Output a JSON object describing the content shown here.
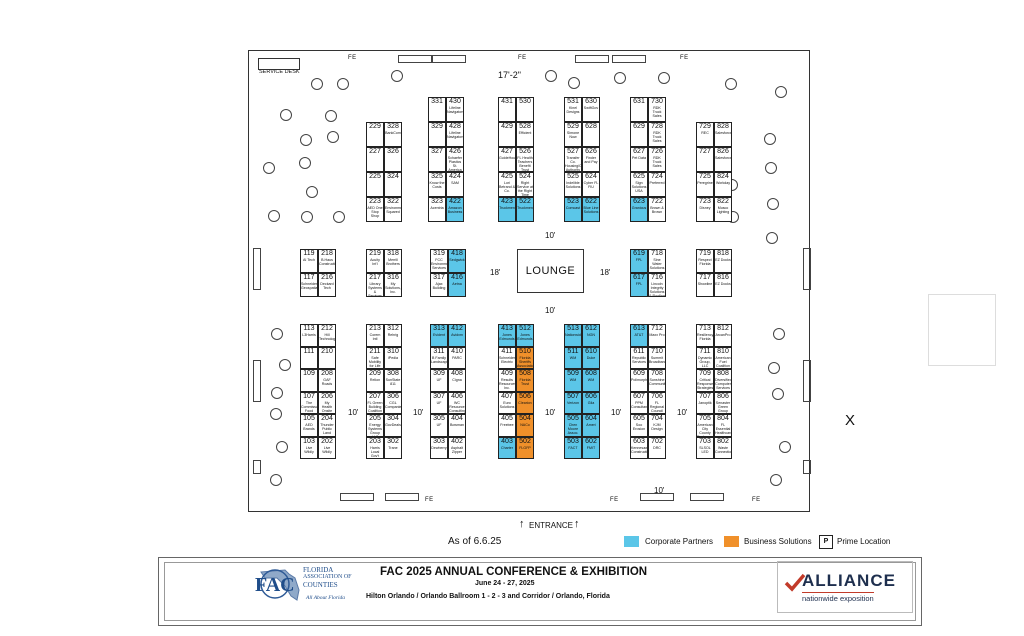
{
  "hall": {
    "top_dim": "17'-2\"",
    "service_desk": "SERVICE DESK",
    "fe_labels": [
      "FE",
      "FE",
      "FE",
      "FE",
      "FE",
      "FE"
    ],
    "lounge": "LOUNGE",
    "aisle_labels": [
      "10'",
      "10'",
      "18'",
      "18'",
      "10'",
      "10'",
      "10'",
      "10'",
      "10'",
      "10'"
    ],
    "entrance": "ENTRANCE",
    "x_mark": "X",
    "as_of": "As of 6.6.25"
  },
  "legend": {
    "corporate": "Corporate Partners",
    "business": "Business Solutions",
    "prime_symbol": "P",
    "prime": "Prime Location",
    "colors": {
      "corporate": "#5bc6e8",
      "business": "#f0902a"
    }
  },
  "banner": {
    "logo_letters": "FAC",
    "org_line1": "FLORIDA",
    "org_line2": "ASSOCIATION OF",
    "org_line3": "COUNTIES",
    "org_tag": "All About Florida",
    "title": "FAC 2025 ANNUAL CONFERENCE & EXHIBITION",
    "dates": "June 24 - 27, 2025",
    "venue": "Hilton Orlando / Orlando Ballroom 1 - 2 - 3 and Corridor / Orlando, Florida",
    "partner_name": "ALLIANCE",
    "partner_sub": "nationwide exposition"
  },
  "booths": [
    {
      "n": "331",
      "t": ""
    },
    {
      "n": "430",
      "t": "Lifeline Navigators"
    },
    {
      "n": "329",
      "t": ""
    },
    {
      "n": "428",
      "t": "Lifeline Navigators"
    },
    {
      "n": "327",
      "t": ""
    },
    {
      "n": "426",
      "t": "Schaefer Plastics St. America"
    },
    {
      "n": "325",
      "t": "Know the Costs"
    },
    {
      "n": "424",
      "t": "SAM"
    },
    {
      "n": "323",
      "t": "Acentria"
    },
    {
      "n": "422",
      "t": "Amazon Business",
      "c": "corp"
    },
    {
      "n": "229",
      "t": ""
    },
    {
      "n": "328",
      "t": "BankCom"
    },
    {
      "n": "227",
      "t": ""
    },
    {
      "n": "326",
      "t": ""
    },
    {
      "n": "225",
      "t": ""
    },
    {
      "n": "324",
      "t": ""
    },
    {
      "n": "223",
      "t": "AED One Stop Shop"
    },
    {
      "n": "322",
      "t": "Environmental Squared"
    },
    {
      "n": "431",
      "t": ""
    },
    {
      "n": "530",
      "t": ""
    },
    {
      "n": "429",
      "t": ""
    },
    {
      "n": "528",
      "t": "Efficient"
    },
    {
      "n": "427",
      "t": "GuideHouse"
    },
    {
      "n": "526",
      "t": "FL Health Teachers Benefit Trust"
    },
    {
      "n": "425",
      "t": "Lori Betrand & Co."
    },
    {
      "n": "524",
      "t": "Right Service at the Right Time"
    },
    {
      "n": "423",
      "t": "Truckmen",
      "c": "corp"
    },
    {
      "n": "522",
      "t": "Truckmen",
      "c": "corp"
    },
    {
      "n": "531",
      "t": "Kinel Designs"
    },
    {
      "n": "630",
      "t": "SwiftGov"
    },
    {
      "n": "529",
      "t": "Simone Now"
    },
    {
      "n": "628",
      "t": ""
    },
    {
      "n": "527",
      "t": "Transfer Co. Housing/Consult Authority"
    },
    {
      "n": "626",
      "t": "Finder and Pay"
    },
    {
      "n": "525",
      "t": "Indelible Solutions"
    },
    {
      "n": "624",
      "t": "Cyber FL FIU"
    },
    {
      "n": "523",
      "t": "Comcast",
      "c": "corp"
    },
    {
      "n": "622",
      "t": "Blue Line Solutions",
      "c": "corp"
    },
    {
      "n": "631",
      "t": ""
    },
    {
      "n": "730",
      "t": "RDK Truck Sales"
    },
    {
      "n": "629",
      "t": ""
    },
    {
      "n": "728",
      "t": "RDK Truck Sales"
    },
    {
      "n": "627",
      "t": "Pet Data"
    },
    {
      "n": "726",
      "t": "RDK Truck Sales"
    },
    {
      "n": "625",
      "t": "Sign Solutions USA"
    },
    {
      "n": "724",
      "t": "Preferred"
    },
    {
      "n": "623",
      "t": "Granicus",
      "c": "corp"
    },
    {
      "n": "722",
      "t": "Brown & Brown"
    },
    {
      "n": "729",
      "t": "REC"
    },
    {
      "n": "828",
      "t": "Salesforce"
    },
    {
      "n": "727",
      "t": ""
    },
    {
      "n": "826",
      "t": "Salesforce"
    },
    {
      "n": "725",
      "t": "Peregrine"
    },
    {
      "n": "824",
      "t": "Workday"
    },
    {
      "n": "723",
      "t": "Disney"
    },
    {
      "n": "822",
      "t": "Musco Lighting"
    },
    {
      "n": "119",
      "t": "AI Tech"
    },
    {
      "n": "218",
      "t": "B.Haus Construction"
    },
    {
      "n": "117",
      "t": "Schneider Geospatial"
    },
    {
      "n": "216",
      "t": "Deckard Tech"
    },
    {
      "n": "219",
      "t": "Acuity Int'l"
    },
    {
      "n": "318",
      "t": "Merrill Brothers"
    },
    {
      "n": "217",
      "t": "Library Systems & Services"
    },
    {
      "n": "316",
      "t": "My Solutions, Inc."
    },
    {
      "n": "319",
      "t": "FCC Environmental Services"
    },
    {
      "n": "418",
      "t": "Sedgwick",
      "c": "corp"
    },
    {
      "n": "317",
      "t": "Ajax Building"
    },
    {
      "n": "416",
      "t": "Aetna",
      "c": "corp"
    },
    {
      "n": "619",
      "t": "FPL",
      "c": "corp"
    },
    {
      "n": "718",
      "t": "Sine Water Solutions"
    },
    {
      "n": "617",
      "t": "FPL",
      "c": "corp"
    },
    {
      "n": "716",
      "t": "Lincoln Integrity Solutions & Roofing"
    },
    {
      "n": "719",
      "t": "Respect Florida"
    },
    {
      "n": "818",
      "t": "EZ Docks"
    },
    {
      "n": "717",
      "t": "Showline"
    },
    {
      "n": "816",
      "t": "EZ Docks"
    },
    {
      "n": "113",
      "t": "L3Harris"
    },
    {
      "n": "212",
      "t": "Hill Technologies"
    },
    {
      "n": "111",
      "t": ""
    },
    {
      "n": "210",
      "t": ""
    },
    {
      "n": "109",
      "t": ""
    },
    {
      "n": "208",
      "t": "GAF Roads"
    },
    {
      "n": "107",
      "t": "The Commissary Food"
    },
    {
      "n": "206",
      "t": "My Health Onsite"
    },
    {
      "n": "105",
      "t": "AED Brands"
    },
    {
      "n": "204",
      "t": "Thunder Public Land"
    },
    {
      "n": "103",
      "t": "Live Wildly"
    },
    {
      "n": "202",
      "t": "Live Wildly"
    },
    {
      "n": "213",
      "t": "Corem Intl"
    },
    {
      "n": "312",
      "t": "Rehrig"
    },
    {
      "n": "211",
      "t": "Safe Mobility for Life"
    },
    {
      "n": "310",
      "t": "iPedia"
    },
    {
      "n": "209",
      "t": "Relion"
    },
    {
      "n": "308",
      "t": "SunState 811"
    },
    {
      "n": "207",
      "t": "FL Green Building Coalition"
    },
    {
      "n": "306",
      "t": "CGL Companies"
    },
    {
      "n": "205",
      "t": "Energy Systems Group LLC"
    },
    {
      "n": "304",
      "t": "GovDeals"
    },
    {
      "n": "203",
      "t": "Harris Local Gov't"
    },
    {
      "n": "302",
      "t": "Trane"
    },
    {
      "n": "313",
      "t": "Evident",
      "c": "corp"
    },
    {
      "n": "412",
      "t": "Avidxm",
      "c": "corp"
    },
    {
      "n": "311",
      "t": "B Family Landscaping"
    },
    {
      "n": "410",
      "t": "PARC"
    },
    {
      "n": "309",
      "t": "UF"
    },
    {
      "n": "408",
      "t": "Cigna"
    },
    {
      "n": "307",
      "t": "UF"
    },
    {
      "n": "406",
      "t": "WC Resource Consulting"
    },
    {
      "n": "305",
      "t": "UF"
    },
    {
      "n": "404",
      "t": "Bowman"
    },
    {
      "n": "303",
      "t": "Dewberry"
    },
    {
      "n": "402",
      "t": "Asphalt Zipper"
    },
    {
      "n": "413",
      "t": "Jones Edmunds",
      "c": "corp"
    },
    {
      "n": "512",
      "t": "Jones Edmunds",
      "c": "corp"
    },
    {
      "n": "411",
      "t": "Schneider Electric"
    },
    {
      "n": "510",
      "t": "Florida Sheriffs Association",
      "c": "biz"
    },
    {
      "n": "409",
      "t": "Results Resources Inc."
    },
    {
      "n": "508",
      "t": "Florida Trust",
      "c": "biz"
    },
    {
      "n": "407",
      "t": "Euro Solutions"
    },
    {
      "n": "506",
      "t": "Clearion",
      "c": "biz"
    },
    {
      "n": "405",
      "t": "Freebee"
    },
    {
      "n": "504",
      "t": "NACo",
      "c": "biz"
    },
    {
      "n": "403",
      "t": "Charter",
      "c": "corp"
    },
    {
      "n": "502",
      "t": "FLGFP",
      "c": "biz"
    },
    {
      "n": "513",
      "t": "Nationwide",
      "c": "corp"
    },
    {
      "n": "612",
      "t": "NGN",
      "c": "corp"
    },
    {
      "n": "511",
      "t": "WM",
      "c": "corp"
    },
    {
      "n": "610",
      "t": "Duke",
      "c": "corp"
    },
    {
      "n": "509",
      "t": "WM",
      "c": "corp"
    },
    {
      "n": "608",
      "t": "WM",
      "c": "corp"
    },
    {
      "n": "507",
      "t": "Verizon",
      "c": "corp"
    },
    {
      "n": "606",
      "t": "Gila",
      "c": "corp"
    },
    {
      "n": "505",
      "t": "Chen Moore Assoc.",
      "c": "corp"
    },
    {
      "n": "604",
      "t": "Ameri",
      "c": "corp"
    },
    {
      "n": "503",
      "t": "FACT",
      "c": "corp"
    },
    {
      "n": "602",
      "t": "FMIT",
      "c": "corp"
    },
    {
      "n": "613",
      "t": "AT&T",
      "c": "corp"
    },
    {
      "n": "712",
      "t": "Maxx Pro"
    },
    {
      "n": "611",
      "t": "Republic Services"
    },
    {
      "n": "710",
      "t": "Summit Broadband"
    },
    {
      "n": "609",
      "t": "Polimorphic"
    },
    {
      "n": "708",
      "t": "Sunshine Community"
    },
    {
      "n": "607",
      "t": "PPM Consultants"
    },
    {
      "n": "706",
      "t": "FL Regional Council Association"
    },
    {
      "n": "605",
      "t": "Soo Erosion"
    },
    {
      "n": "704",
      "t": "KJM Design"
    },
    {
      "n": "603",
      "t": "Kennesaw Construction"
    },
    {
      "n": "702",
      "t": "DRC"
    },
    {
      "n": "713",
      "t": "Resiliency Florida"
    },
    {
      "n": "812",
      "t": "ArcanPro"
    },
    {
      "n": "711",
      "t": "Dynamic Group, LLC"
    },
    {
      "n": "810",
      "t": "American Fuel Coalition"
    },
    {
      "n": "709",
      "t": "Critical Response Strategies"
    },
    {
      "n": "808",
      "t": "Diversified Computer Services"
    },
    {
      "n": "707",
      "t": "Janoptik"
    },
    {
      "n": "806",
      "t": "Senaster Green Group LLC"
    },
    {
      "n": "705",
      "t": "American City County Exchange"
    },
    {
      "n": "804",
      "t": "FL Essential Healthcare"
    },
    {
      "n": "703",
      "t": "SLSOL LED"
    },
    {
      "n": "802",
      "t": "Waste Connections"
    }
  ]
}
